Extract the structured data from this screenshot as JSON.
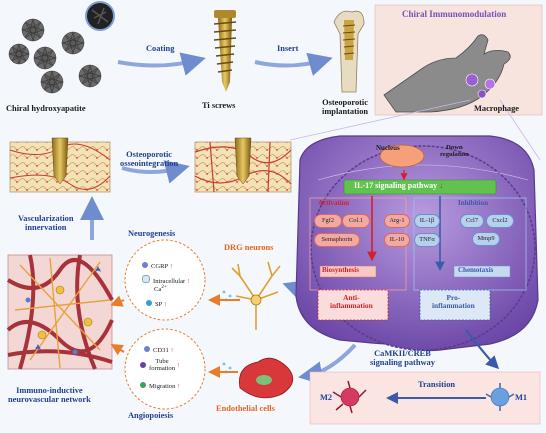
{
  "top": {
    "chiral_hydroxyapatite": "Chiral hydroxyapatite",
    "coating": "Coating",
    "ti_screws": "Ti screws",
    "insert": "Insert",
    "osteoporotic_implantation_line1": "Osteoporotic",
    "osteoporotic_implantation_line2": "implantation",
    "chiral_immunomodulation": "Chiral Immunomodulation",
    "macrophage": "Macrophage"
  },
  "left": {
    "osseointegration_line1": "Osteoporotic",
    "osseointegration_line2": "osseointegration",
    "vascularization_line1": "Vascularization",
    "vascularization_line2": "innervation",
    "network_line1": "Immuno-inductive",
    "network_line2": "neurovascular network"
  },
  "neuro": {
    "title": "Neurogenesis",
    "items": [
      "CGRP",
      "Intracellular",
      "SP"
    ],
    "ca_label": "Ca",
    "ca_sup": "2+",
    "dot_colors": [
      "#6f7fd6",
      "#d9e6f5",
      "#3a9ad9"
    ],
    "dot_names": [
      "cgrp-dot-icon",
      "calcium-dot-icon",
      "sp-dot-icon"
    ]
  },
  "angio": {
    "title": "Angiopoiesis",
    "cd31": "CD31",
    "tube_line1": "Tube",
    "tube_line2": "formation",
    "migration": "Migration",
    "dot_colors": [
      "#6f7fd6",
      "#6a3fa8",
      "#39a25a"
    ],
    "dot_names": [
      "cd31-dot-icon",
      "tube-formation-dot-icon",
      "migration-dot-icon"
    ]
  },
  "cells": {
    "drg_neurons": "DRG neurons",
    "endothelial_cells": "Endothelial cells"
  },
  "macrophage_cell": {
    "nucleus": "Nucleus",
    "down_line1": "Down",
    "down_line2": "regulation",
    "pathway": "IL-17 signaling pathway",
    "activation": "Activation",
    "inhibition": "Inhibition",
    "activation_markers": [
      "Fgf2",
      "Col.1",
      "Semaphorin"
    ],
    "mid_markers": [
      "Arg-1",
      "IL-10"
    ],
    "inhibition_markers_a": [
      "IL-1β",
      "TNFα"
    ],
    "inhibition_markers_b": [
      "Ccl7",
      "Cxcl2",
      "Mmp9"
    ],
    "biosynthesis": "Biosynthesis",
    "chemotaxis": "Chemotaxis",
    "anti_line1": "Anti-",
    "anti_line2": "inflammation",
    "pro_line1": "Pro-",
    "pro_line2": "inflammation"
  },
  "polarization": {
    "pathway_line1": "CaMKII/CREB",
    "pathway_line2": "signaling pathway",
    "transition": "Transition",
    "m1": "M1",
    "m2": "M2"
  },
  "colors": {
    "blue_arrow": "#6f8ccf",
    "orange_arrow": "#e87c2a",
    "red_text": "#d61f26",
    "cell_purple": "#7b56b5",
    "pathway_green": "#62c24f"
  }
}
